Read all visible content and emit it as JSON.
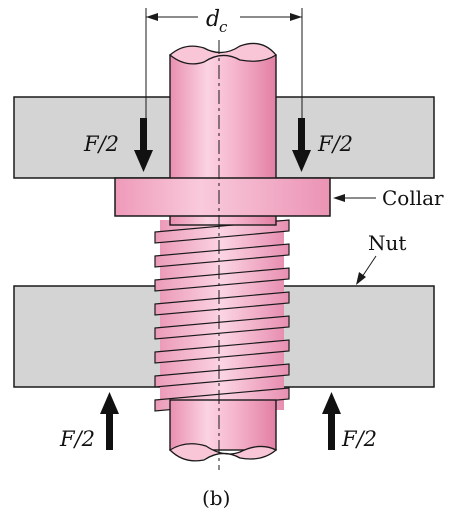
{
  "labels": {
    "dc_main": "d",
    "dc_sub": "c",
    "force_upper_left": "F/2",
    "force_upper_right": "F/2",
    "force_lower_left": "F/2",
    "force_lower_right": "F/2",
    "collar": "Collar",
    "nut": "Nut",
    "caption": "(b)"
  },
  "colors": {
    "plate": "#d4d4d4",
    "screw": "#f4b4c8",
    "collar": "#f0a8c0",
    "outline": "#1a1a1a",
    "arrow": "#111111"
  }
}
